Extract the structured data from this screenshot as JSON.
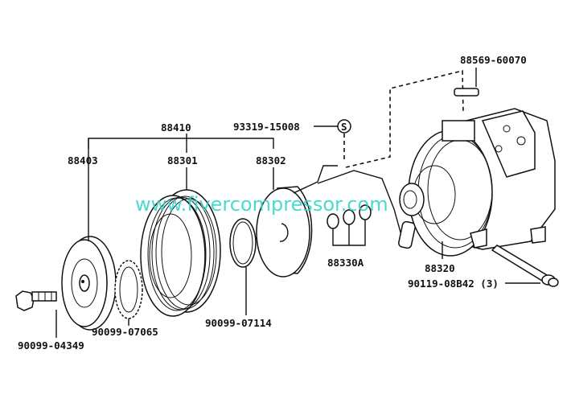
{
  "watermark": {
    "text": "www.fivercompressor.com",
    "color": "#2fd3c6"
  },
  "parts": {
    "p88569": "88569-60070",
    "p88410": "88410",
    "p93319": "93319-15008",
    "s_mark": "S",
    "p88403": "88403",
    "p88301": "88301",
    "p88302": "88302",
    "p88330a": "88330A",
    "p88320": "88320",
    "p90119": "90119-08B42 (3)",
    "p90099_07065": "90099-07065",
    "p90099_07114": "90099-07114",
    "p90099_04349": "90099-04349"
  }
}
